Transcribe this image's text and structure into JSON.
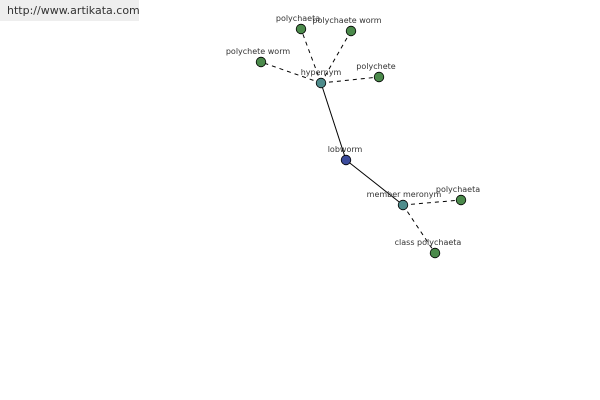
{
  "header": {
    "url_text": "http://www.artikata.com"
  },
  "colors": {
    "root": "#3b4b9b",
    "relation": "#4e8c8c",
    "leaf": "#4b8a4b"
  },
  "graph": {
    "nodes": [
      {
        "id": "lobworm",
        "label": "lobworm",
        "kind": "root"
      },
      {
        "id": "hypernym",
        "label": "hypernym",
        "kind": "relation"
      },
      {
        "id": "member-meronym",
        "label": "member meronym",
        "kind": "relation"
      },
      {
        "id": "polychaeta-top",
        "label": "polychaeta",
        "kind": "leaf"
      },
      {
        "id": "polychaete-worm-top",
        "label": "polychaete worm",
        "kind": "leaf"
      },
      {
        "id": "polychete-worm",
        "label": "polychete worm",
        "kind": "leaf"
      },
      {
        "id": "polychete",
        "label": "polychete",
        "kind": "leaf"
      },
      {
        "id": "polychaeta-right",
        "label": "polychaeta",
        "kind": "leaf"
      },
      {
        "id": "class-polychaeta",
        "label": "class polychaeta",
        "kind": "leaf"
      }
    ],
    "edges": [
      {
        "from": "lobworm",
        "to": "hypernym",
        "style": "solid"
      },
      {
        "from": "lobworm",
        "to": "member-meronym",
        "style": "solid"
      },
      {
        "from": "hypernym",
        "to": "polychaeta-top",
        "style": "dashed"
      },
      {
        "from": "hypernym",
        "to": "polychaete-worm-top",
        "style": "dashed"
      },
      {
        "from": "hypernym",
        "to": "polychete-worm",
        "style": "dashed"
      },
      {
        "from": "hypernym",
        "to": "polychete",
        "style": "dashed"
      },
      {
        "from": "member-meronym",
        "to": "polychaeta-right",
        "style": "dashed"
      },
      {
        "from": "member-meronym",
        "to": "class-polychaeta",
        "style": "dashed"
      }
    ]
  }
}
